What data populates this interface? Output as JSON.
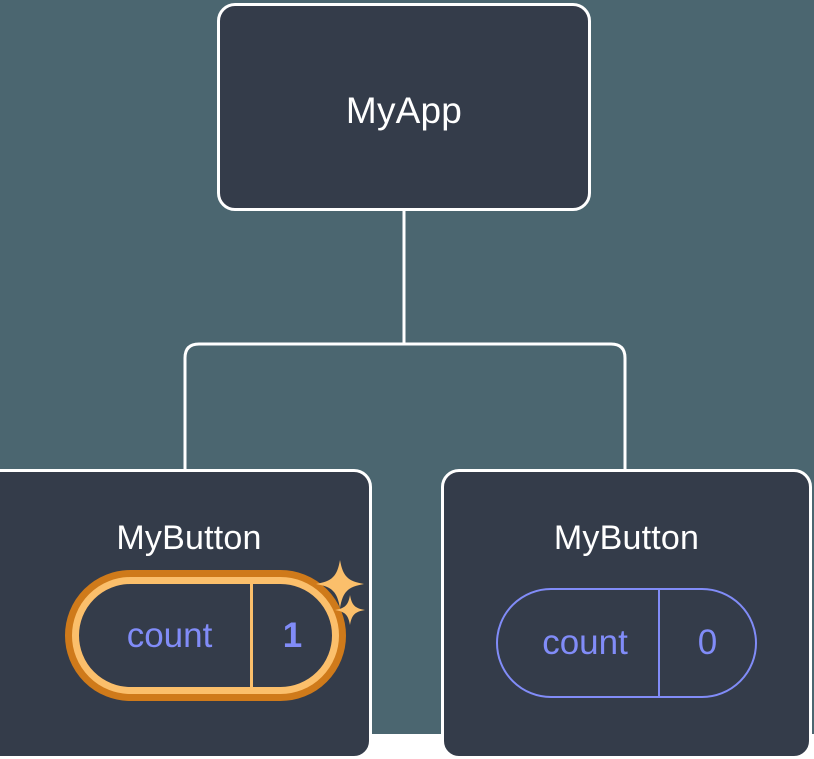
{
  "diagram": {
    "type": "component-tree",
    "background_color": "#4b6670",
    "card_fill_color": "#343c4a",
    "card_border_color": "#ffffff",
    "connector_color": "#ffffff",
    "state_text_color": "#818cf8",
    "highlight_outer_color": "#cf7a1a",
    "highlight_inner_color": "#fbbf6b",
    "sparkle_color": "#fbbf6b",
    "root": {
      "title": "MyApp"
    },
    "children": [
      {
        "title": "MyButton",
        "state": {
          "key": "count",
          "value": "1"
        },
        "highlighted": true,
        "sparkles": [
          "sparkle-large-icon",
          "sparkle-small-icon"
        ]
      },
      {
        "title": "MyButton",
        "state": {
          "key": "count",
          "value": "0"
        },
        "highlighted": false
      }
    ]
  }
}
